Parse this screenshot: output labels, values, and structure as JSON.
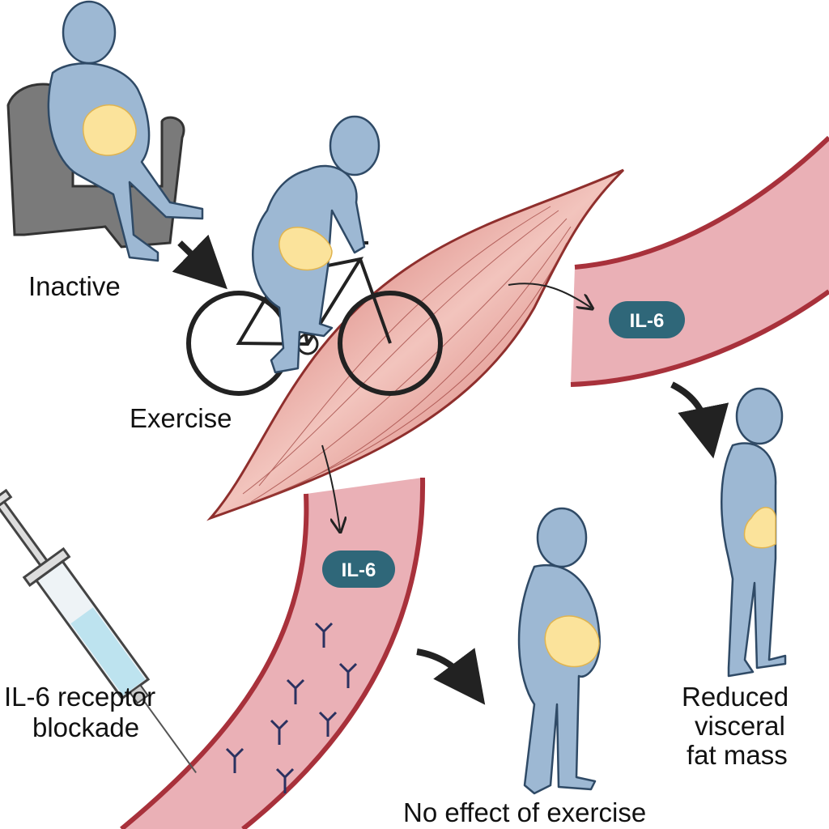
{
  "labels": {
    "inactive": "Inactive",
    "exercise": "Exercise",
    "blockade_line1": "IL-6 receptor",
    "blockade_line2": "blockade",
    "reduced_line1": "Reduced",
    "reduced_line2": "visceral",
    "reduced_line3": "fat mass",
    "no_effect": "No effect of exercise"
  },
  "badges": {
    "top": "IL-6",
    "bottom": "IL-6"
  },
  "colors": {
    "body": "#9db8d3",
    "fat": "#fbe39b",
    "muscle": "#d9706a",
    "vessel": "#eab0b6",
    "vessel_wall": "#a8313b",
    "badge": "#2f6779",
    "chair": "#7a7a7a"
  }
}
